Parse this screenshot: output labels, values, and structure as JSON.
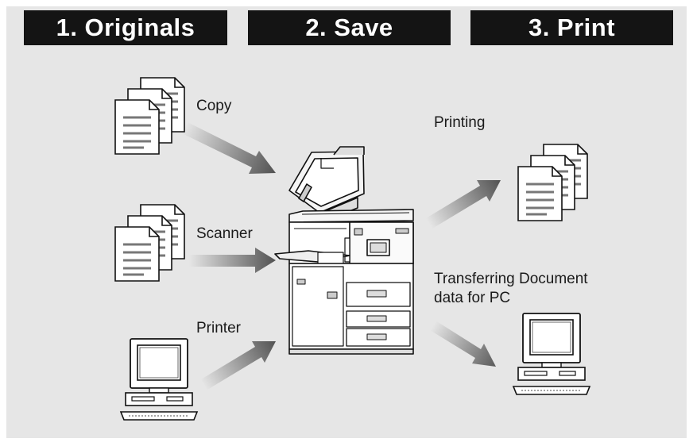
{
  "steps": [
    {
      "label": "1. Originals"
    },
    {
      "label": "2. Save"
    },
    {
      "label": "3. Print"
    }
  ],
  "sources": [
    {
      "label": "Copy",
      "icon": "document-stack-icon"
    },
    {
      "label": "Scanner",
      "icon": "document-stack-icon"
    },
    {
      "label": "Printer",
      "icon": "computer-icon"
    }
  ],
  "outputs": [
    {
      "label": "Printing",
      "icon": "document-stack-icon"
    },
    {
      "label": "Transferring Document data for PC",
      "line1": "Transferring Document",
      "line2": "data for PC",
      "icon": "computer-icon"
    }
  ],
  "center": {
    "icon": "copier-icon"
  },
  "colors": {
    "panel": "#e6e6e6",
    "header": "#141414",
    "header_text": "#ffffff",
    "arrow": "#555555"
  }
}
